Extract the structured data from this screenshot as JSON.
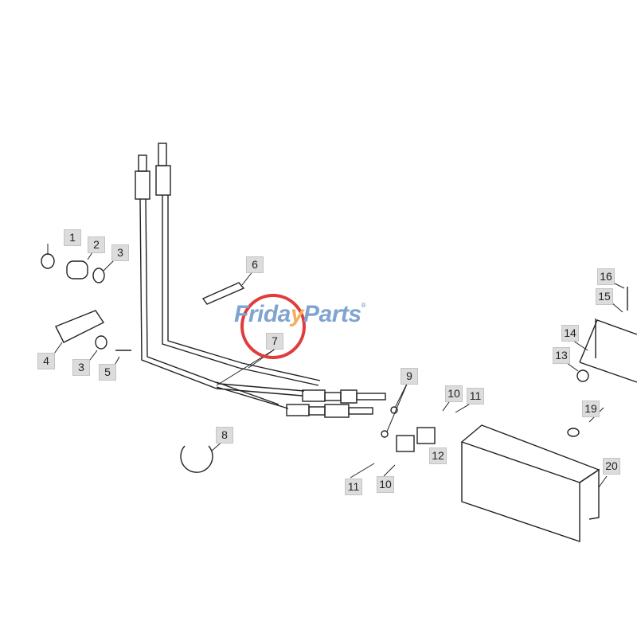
{
  "diagram": {
    "callouts": [
      "1",
      "2",
      "3",
      "4",
      "3",
      "5",
      "6",
      "7",
      "8",
      "9",
      "10",
      "11",
      "12",
      "11",
      "10",
      "13",
      "14",
      "15",
      "16",
      "19",
      "20"
    ]
  },
  "watermark": {
    "brand_part1": "Frida",
    "brand_y": "y",
    "brand_part2": "Parts",
    "registered": "®",
    "brand_color": "#7fa4cf",
    "accent_color": "#f0b060",
    "ring_color": "#e03c3c"
  }
}
